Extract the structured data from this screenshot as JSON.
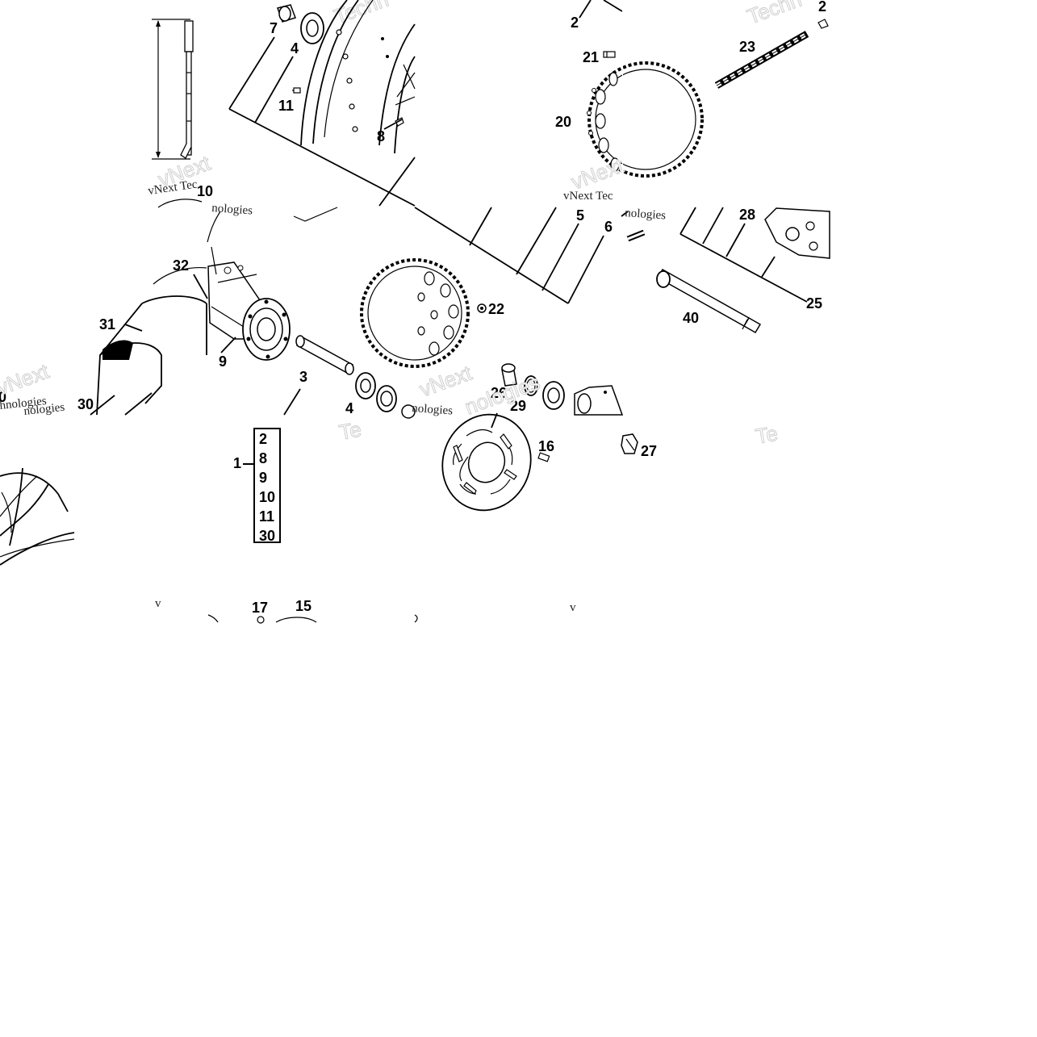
{
  "diagram": {
    "watermarks": {
      "brand_text": "vNext Technologies",
      "fragment_vnext_tec": "vNext Tec",
      "fragment_vnext": "vNext",
      "fragment_nologies": "nologies",
      "fragment_hnologies": "hnologies",
      "fragment_techn": "Techn",
      "fragment_te": "Te",
      "fragment_v": "v"
    },
    "callouts": {
      "c1": "1",
      "c2": "2",
      "c3": "3",
      "c4a": "4",
      "c4b": "4",
      "c5": "5",
      "c6": "6",
      "c7": "7",
      "c8": "8",
      "c9": "9",
      "c10": "10",
      "c10b": "0",
      "c11": "11",
      "c15": "15",
      "c16": "16",
      "c17": "17",
      "c20": "20",
      "c21": "21",
      "c22": "22",
      "c23": "23",
      "c25": "25",
      "c26": "26",
      "c27": "27",
      "c28": "28",
      "c29": "29",
      "c30": "30",
      "c31": "31",
      "c32": "32",
      "c40": "40",
      "c24": "2"
    },
    "kit": {
      "ref": "1",
      "items": [
        "2",
        "8",
        "9",
        "10",
        "11",
        "30"
      ]
    }
  }
}
